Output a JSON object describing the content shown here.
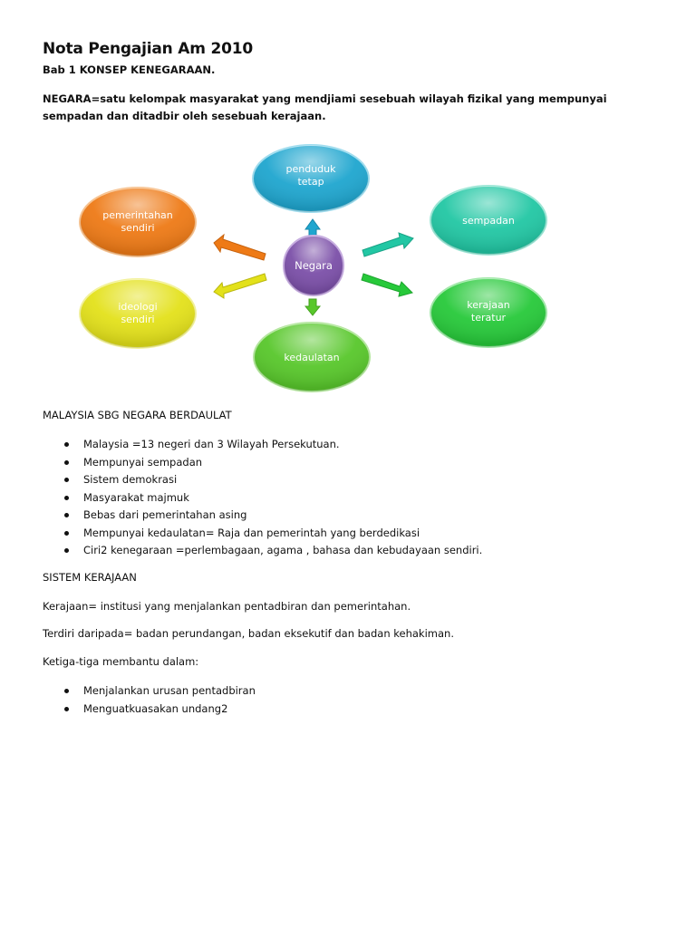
{
  "document": {
    "title": "Nota Pengajian Am 2010",
    "subtitle": "Bab 1 KONSEP KENEGARAAN.",
    "definition": "NEGARA=satu kelompak masyarakat yang mendjiami sesebuah wilayah fizikal yang mempunyai sempadan dan ditadbir oleh sesebuah kerajaan."
  },
  "diagram": {
    "center": {
      "label": "Negara",
      "color": "#7b4fa8"
    },
    "nodes": {
      "top": {
        "lines": [
          "penduduk",
          "tetap"
        ],
        "color": "#1fa6cf"
      },
      "top_left": {
        "lines": [
          "pemerintahan",
          "sendiri"
        ],
        "color": "#ee7a16"
      },
      "top_right": {
        "lines": [
          "sempadan"
        ],
        "color": "#22c7a4"
      },
      "bottom_left": {
        "lines": [
          "ideologi",
          "sendiri"
        ],
        "color": "#e3e11a"
      },
      "bottom_right": {
        "lines": [
          "kerajaan",
          "teratur"
        ],
        "color": "#27c93a"
      },
      "bottom": {
        "lines": [
          "kedaulatan"
        ],
        "color": "#58c72b"
      }
    }
  },
  "section_malaysia": {
    "heading": "MALAYSIA SBG NEGARA BERDAULAT",
    "items": [
      "Malaysia =13 negeri dan 3 Wilayah Persekutuan.",
      "Mempunyai sempadan",
      "Sistem demokrasi",
      "Masyarakat majmuk",
      "Bebas dari pemerintahan asing",
      "Mempunyai kedaulatan= Raja dan pemerintah yang berdedikasi",
      "Ciri2 kenegaraan =perlembagaan, agama , bahasa dan kebudayaan sendiri."
    ]
  },
  "section_kerajaan": {
    "heading": "SISTEM KERAJAAN",
    "para1": "Kerajaan= institusi yang menjalankan pentadbiran dan pemerintahan.",
    "para2": "Terdiri daripada= badan perundangan, badan eksekutif dan badan kehakiman.",
    "para3": "Ketiga-tiga membantu dalam:",
    "items": [
      "Menjalankan urusan pentadbiran",
      "Menguatkuasakan undang2"
    ]
  }
}
